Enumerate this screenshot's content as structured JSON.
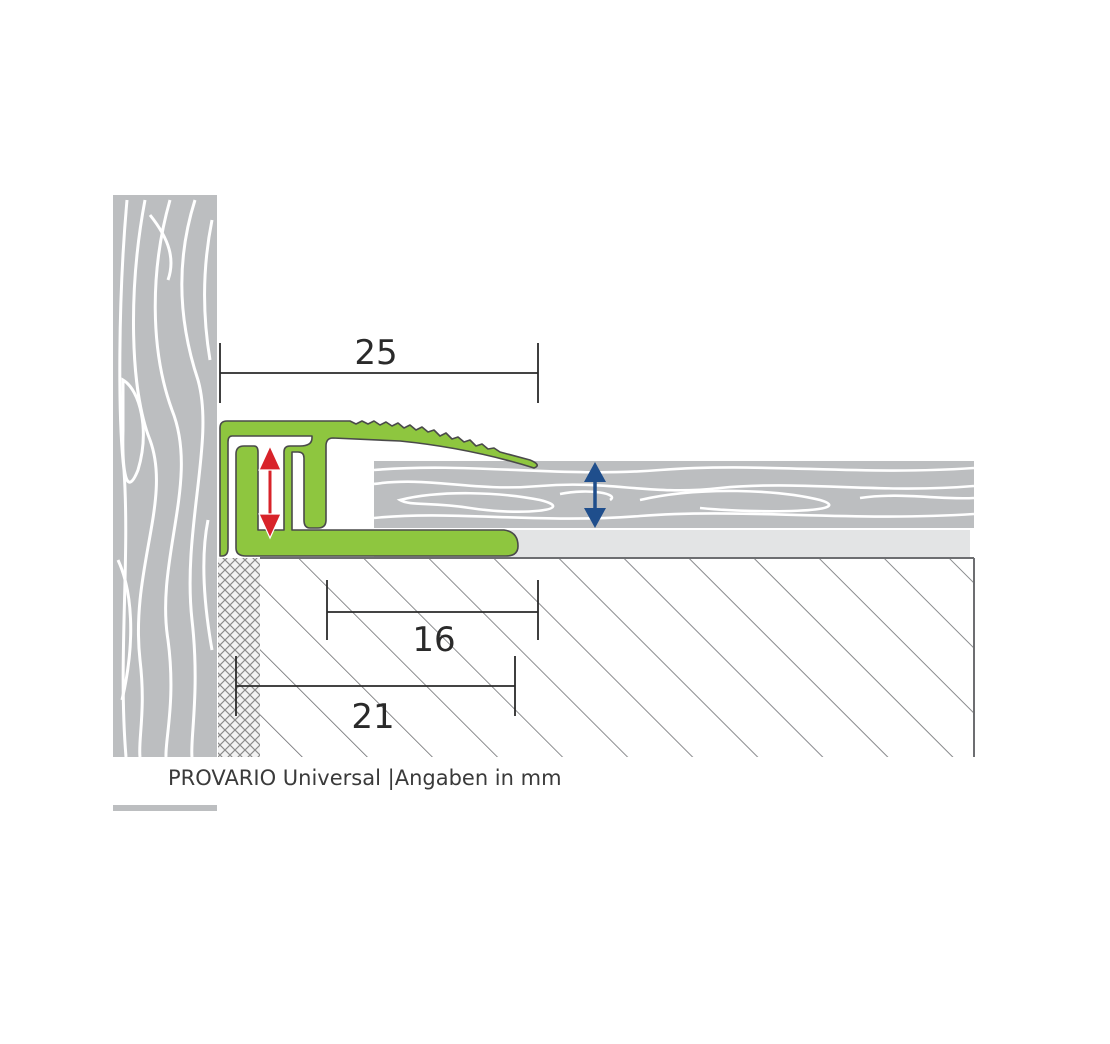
{
  "dimensions": {
    "top_width": "25",
    "inner_width": "16",
    "base_width": "21"
  },
  "caption": {
    "product": "PROVARIO Universal",
    "separator": "|",
    "note": "Angaben in mm"
  },
  "colors": {
    "profile": "#8ec63f",
    "profile_stroke": "#4a4a4a",
    "wood": "#bcbec0",
    "grain": "#ffffff",
    "height_arrow_red": "#d8232a",
    "height_arrow_blue": "#1f4e8c",
    "dimension_line": "#2a2a2a"
  },
  "icons": {
    "profile_height_adjust": "double-arrow-vertical-icon",
    "floor_thickness": "double-arrow-vertical-icon"
  }
}
